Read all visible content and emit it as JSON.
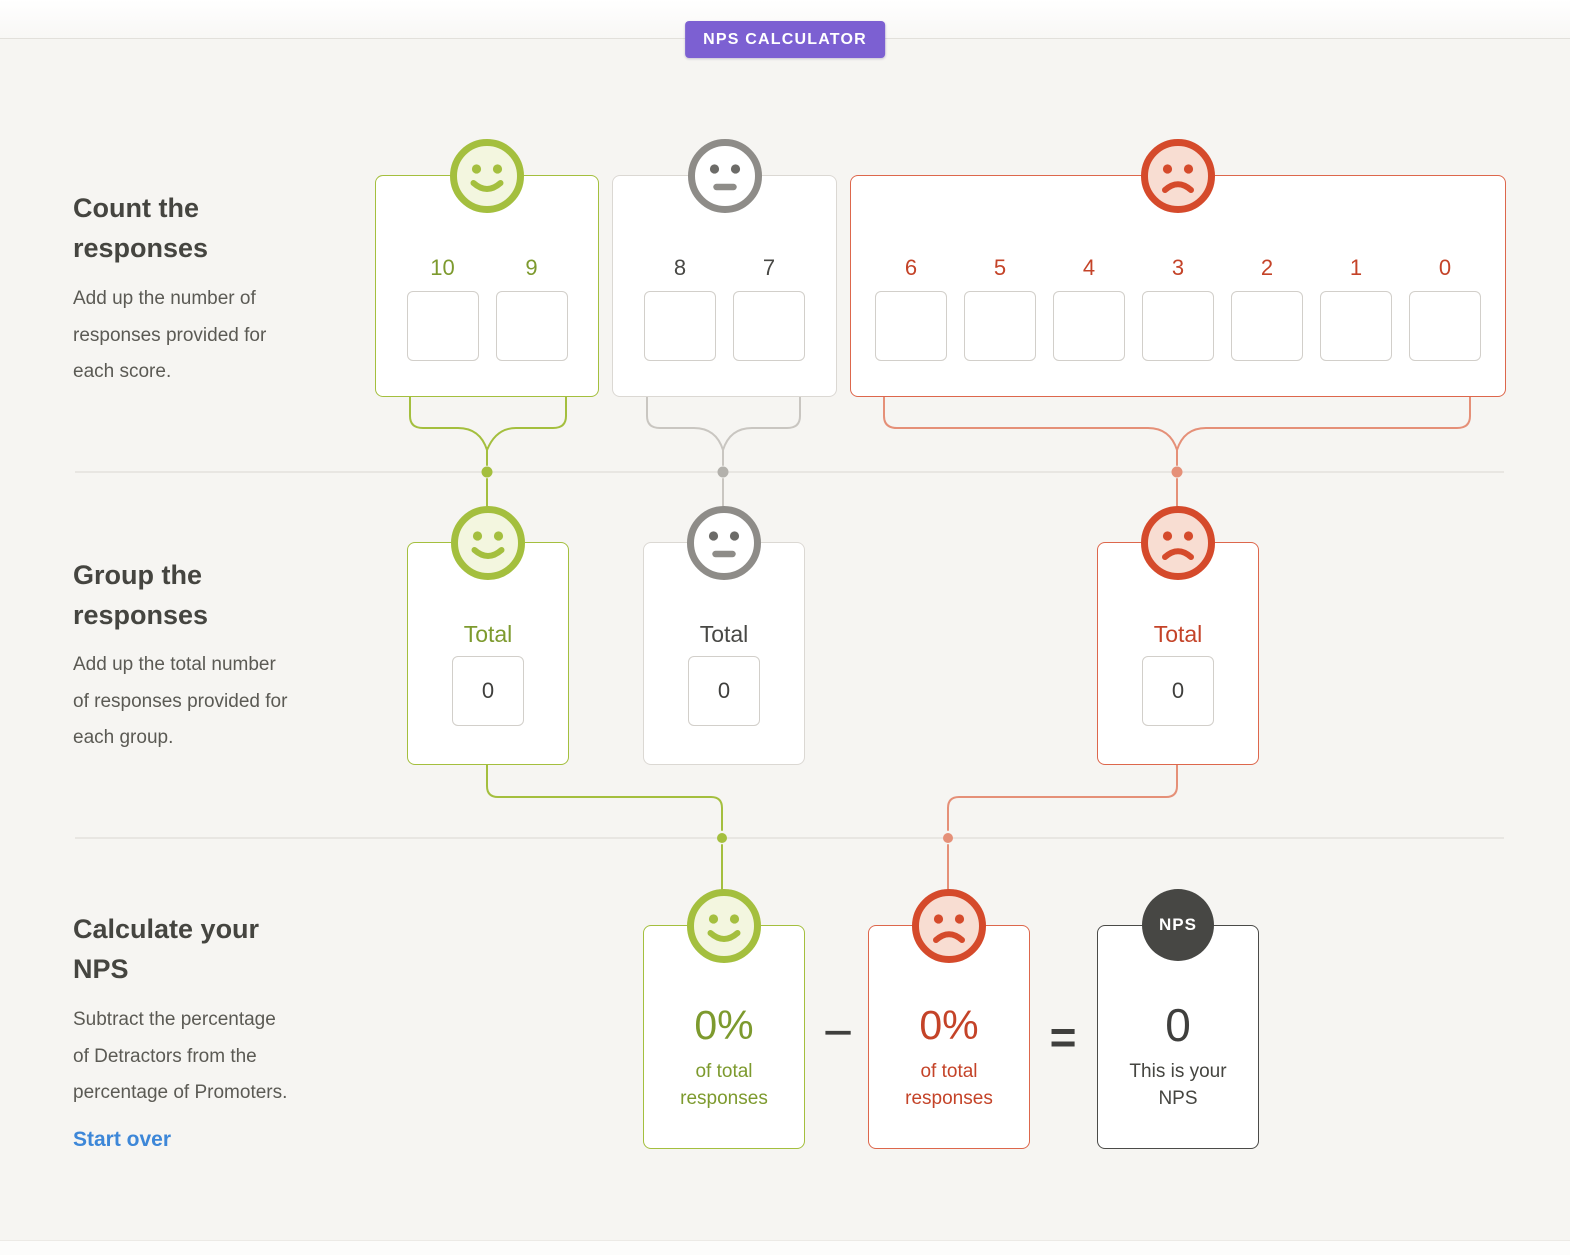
{
  "header": {
    "badge": "NPS CALCULATOR"
  },
  "colors": {
    "purple": "#7c60d2",
    "green_accent": "#a4bf3e",
    "green_text": "#7d9a2e",
    "red_accent": "#d54a2b",
    "red_text": "#c44328",
    "gray_accent": "#8e8c88",
    "link_blue": "#3d87d8",
    "dark": "#3f3f3d"
  },
  "steps": {
    "count": {
      "title_lines": [
        "Count the",
        "responses"
      ],
      "desc_lines": [
        "Add up the number of",
        "responses provided for",
        "each score."
      ]
    },
    "group": {
      "title_lines": [
        "Group the",
        "responses"
      ],
      "desc_lines": [
        "Add up the total number",
        "of responses provided for",
        "each group."
      ]
    },
    "calculate": {
      "title_lines": [
        "Calculate your",
        "NPS"
      ],
      "desc_lines": [
        "Subtract the percentage",
        "of Detractors from the",
        "percentage of Promoters."
      ],
      "start_over": "Start over"
    }
  },
  "count": {
    "promoters": {
      "scores": [
        "10",
        "9"
      ],
      "input_values": [
        "",
        ""
      ]
    },
    "passives": {
      "scores": [
        "8",
        "7"
      ],
      "input_values": [
        "",
        ""
      ]
    },
    "detractors": {
      "scores": [
        "6",
        "5",
        "4",
        "3",
        "2",
        "1",
        "0"
      ],
      "input_values": [
        "",
        "",
        "",
        "",
        "",
        "",
        ""
      ]
    }
  },
  "group": {
    "promoters": {
      "label": "Total",
      "value": "0"
    },
    "passives": {
      "label": "Total",
      "value": "0"
    },
    "detractors": {
      "label": "Total",
      "value": "0"
    }
  },
  "calculate": {
    "promoters": {
      "percent": "0%",
      "caption_lines": [
        "of total",
        "responses"
      ]
    },
    "detractors": {
      "percent": "0%",
      "caption_lines": [
        "of total",
        "responses"
      ]
    },
    "minus": "−",
    "equals": "=",
    "nps": {
      "badge": "NPS",
      "value": "0",
      "caption_lines": [
        "This is your",
        "NPS"
      ]
    }
  }
}
